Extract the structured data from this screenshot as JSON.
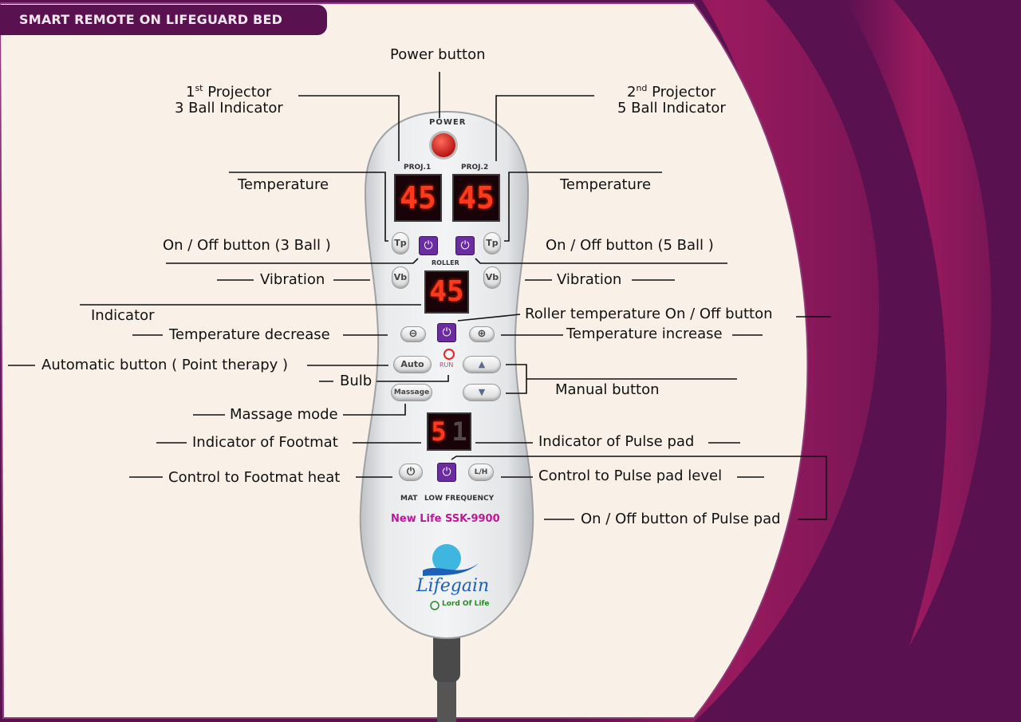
{
  "title": "SMART REMOTE ON LIFEGUARD BED",
  "colors": {
    "background_cream": "#f9f0e7",
    "purple_dark": "#5a1150",
    "magenta": "#8c1656",
    "display_red": "#ff3a1c",
    "button_purple": "#6a2ca0",
    "model_text": "#c0169a",
    "logo_blue": "#1e5fb8",
    "logo_green": "#2a8a2a"
  },
  "callouts": {
    "power_button": "Power button",
    "proj1_line1_num": "1",
    "proj1_line1_sup": "st",
    "proj1_line1_rest": " Projector",
    "proj1_line2": "3 Ball Indicator",
    "proj2_line1_num": "2",
    "proj2_line1_sup": "nd",
    "proj2_line1_rest": " Projector",
    "proj2_line2": "5 Ball Indicator",
    "temperature_left": "Temperature",
    "temperature_right": "Temperature",
    "onoff_3ball": "On / Off button (3 Ball )",
    "onoff_5ball": "On / Off button (5 Ball )",
    "vibration_left": "Vibration",
    "vibration_right": "Vibration",
    "indicator": "Indicator",
    "roller_temp_onoff": "Roller temperature On / Off button",
    "temp_decrease": "Temperature decrease",
    "temp_increase": "Temperature increase",
    "automatic_button": "Automatic button ( Point therapy )",
    "bulb": "Bulb",
    "manual_button": "Manual button",
    "massage_mode": "Massage mode",
    "indicator_footmat": "Indicator of Footmat",
    "indicator_pulse_pad": "Indicator of Pulse pad",
    "control_footmat_heat": "Control to Footmat heat",
    "control_pulse_level": "Control to Pulse pad level",
    "onoff_pulse_pad": "On / Off button of Pulse pad"
  },
  "remote": {
    "power_label": "POWER",
    "proj1_label": "PROJ.1",
    "proj2_label": "PROJ.2",
    "proj1_display": "45",
    "proj2_display": "45",
    "roller_label": "ROLLER",
    "roller_display": "45",
    "tp_label": "Tp",
    "vb_label": "Vb",
    "power_glyph": "⏻",
    "minus_glyph": "⊖",
    "plus_glyph": "⊕",
    "auto_label": "Auto",
    "run_label": "RUN",
    "up_glyph": "▲",
    "down_glyph": "▼",
    "massage_label": "Massage",
    "footmat_display": "5",
    "pulse_display": "1",
    "lh_label": "L/H",
    "mat_label": "MAT",
    "low_frequency_label": "LOW FREQUENCY",
    "model": "New Life SSK-9900",
    "brand": "Lifegain",
    "tagline": "Lord Of Life"
  }
}
